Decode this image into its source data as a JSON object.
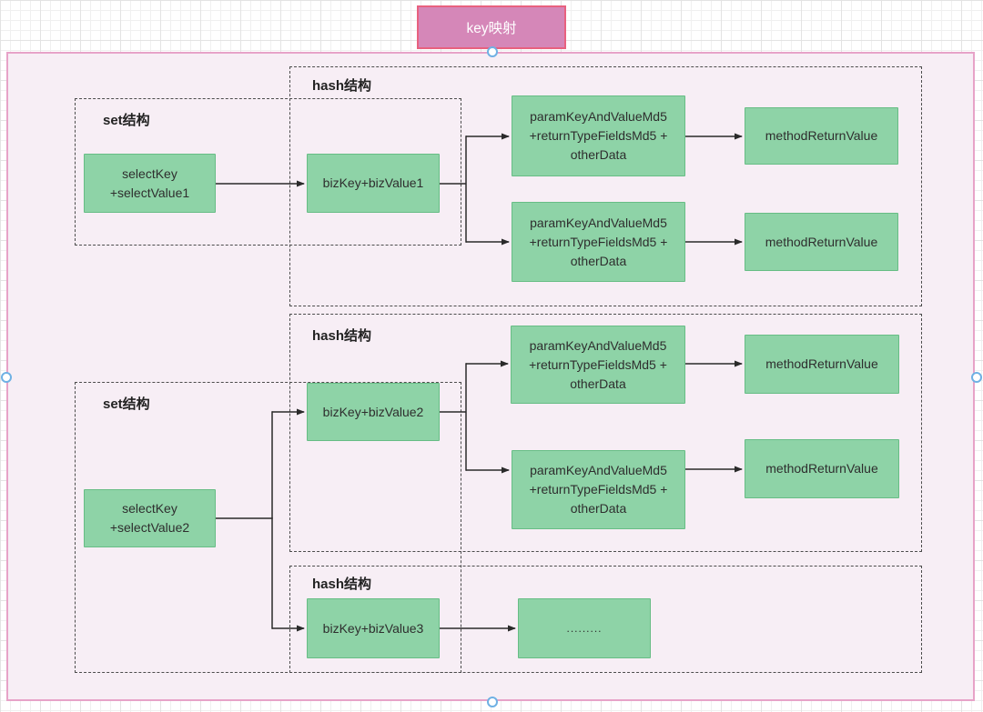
{
  "title": "key映射",
  "group_labels": {
    "hash": "hash结构",
    "set": "set结构"
  },
  "nodes": {
    "select1": "selectKey\n+selectValue1",
    "biz1": "bizKey+bizValue1",
    "select2": "selectKey\n+selectValue2",
    "biz2": "bizKey+bizValue2",
    "biz3": "bizKey+bizValue3",
    "param_md5": "paramKeyAndValueMd5\n+returnTypeFieldsMd5 +\notherData",
    "method_return": "methodReturnValue",
    "dots": "........."
  },
  "colors": {
    "container_fill": "#f7eef5",
    "container_border": "#e7a3c8",
    "title_fill": "#d587b8",
    "title_border": "#e8617f",
    "node_fill": "#8ed3a7",
    "node_border": "#67bd85",
    "dashed_border": "#4c4c4c",
    "wire": "#2a2a2a",
    "handle_ring": "#6fb1e4"
  }
}
